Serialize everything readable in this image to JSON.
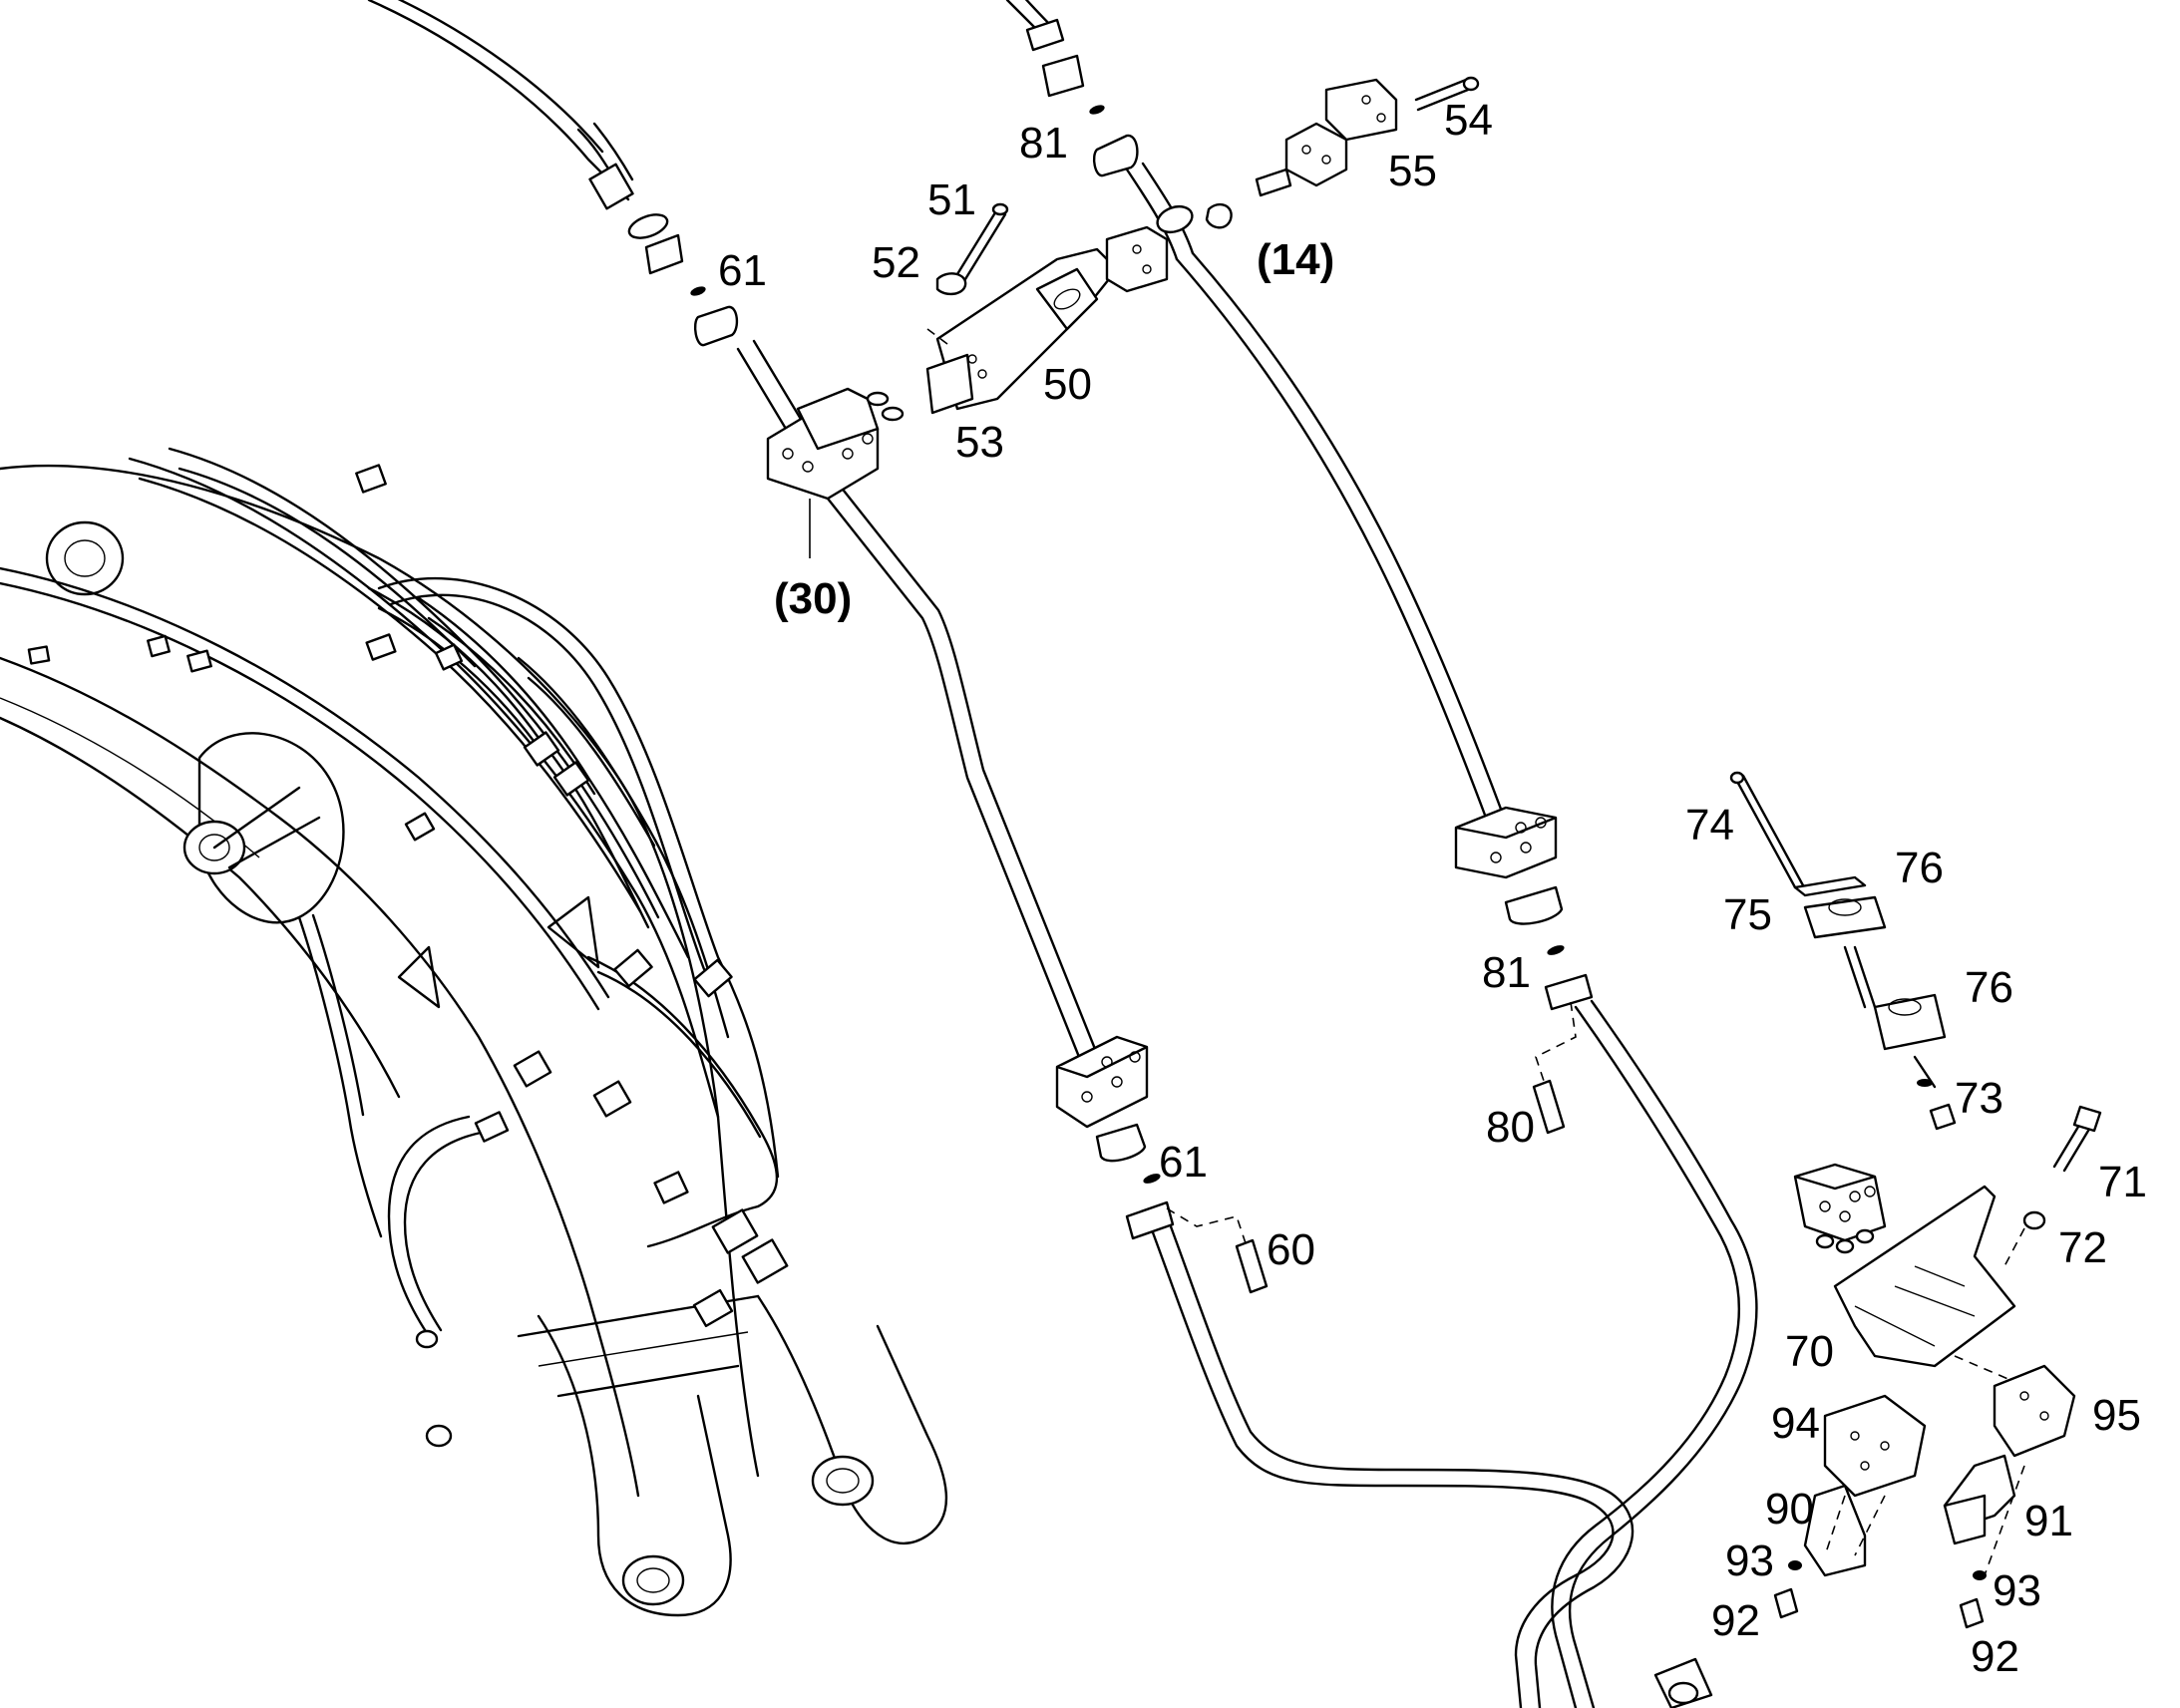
{
  "callouts": {
    "c81a": "81",
    "c54": "54",
    "c55": "55",
    "c51": "51",
    "c52": "52",
    "c61a": "61",
    "c14": "(14)",
    "c50": "50",
    "c53": "53",
    "c30": "(30)",
    "c74": "74",
    "c76a": "76",
    "c75": "75",
    "c81b": "81",
    "c76b": "76",
    "c80": "80",
    "c73": "73",
    "c61b": "61",
    "c71": "71",
    "c60": "60",
    "c72": "72",
    "c70": "70",
    "c94": "94",
    "c95": "95",
    "c90": "90",
    "c91": "91",
    "c93a": "93",
    "c93b": "93",
    "c92a": "92",
    "c92b": "92"
  }
}
